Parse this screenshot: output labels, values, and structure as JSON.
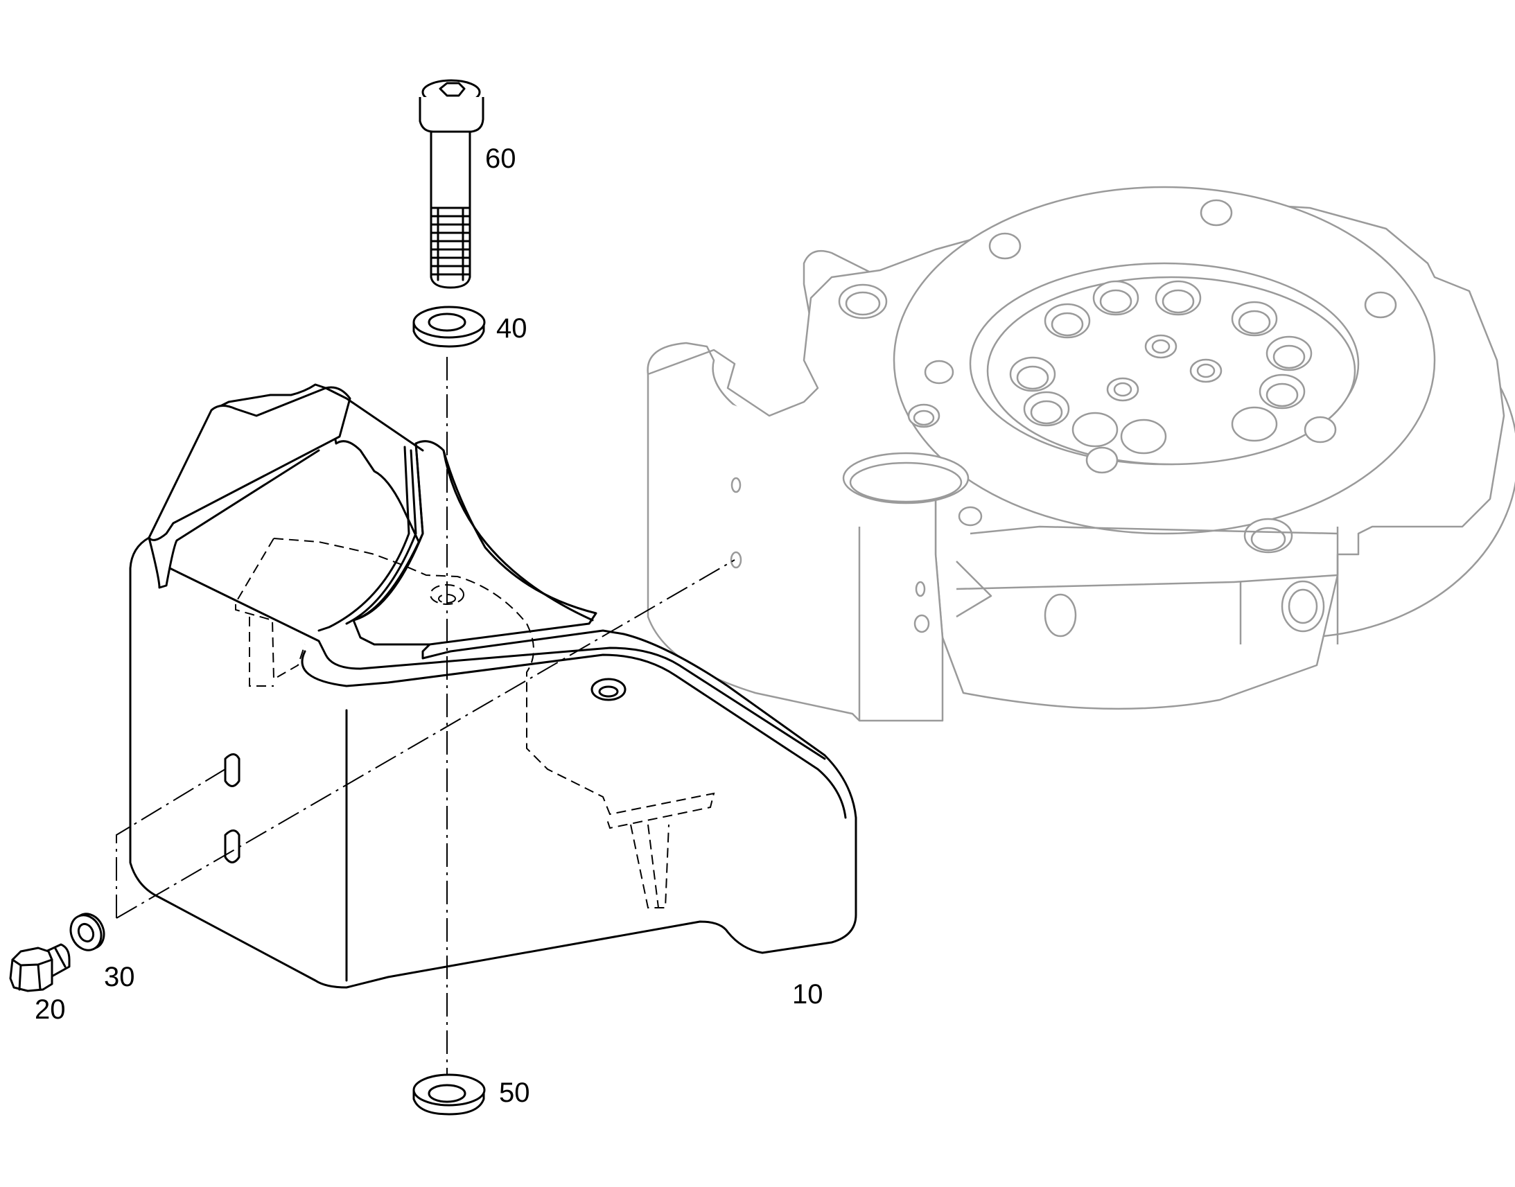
{
  "callouts": {
    "item_10": "10",
    "item_20": "20",
    "item_30": "30",
    "item_40": "40",
    "item_50": "50",
    "item_60": "60"
  },
  "colors": {
    "line": "#000000",
    "ghost_line": "#9a9a9a",
    "background": "#ffffff"
  }
}
